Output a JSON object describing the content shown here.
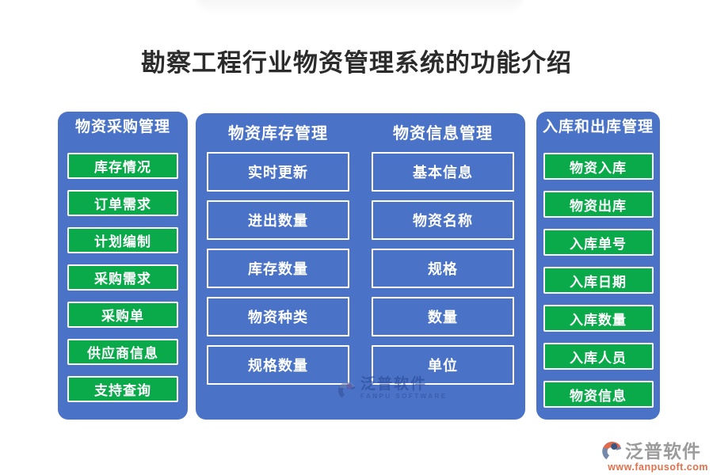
{
  "title": "勘察工程行业物资管理系统的功能介绍",
  "panels": {
    "procurement": {
      "title": "物资采购管理",
      "items": [
        "库存情况",
        "订单需求",
        "计划编制",
        "采购需求",
        "采购单",
        "供应商信息",
        "支持查询"
      ]
    },
    "inventory": {
      "title": "物资库存管理",
      "items": [
        "实时更新",
        "进出数量",
        "库存数量",
        "物资种类",
        "规格数量"
      ]
    },
    "info": {
      "title": "物资信息管理",
      "items": [
        "基本信息",
        "物资名称",
        "规格",
        "数量",
        "单位"
      ]
    },
    "inout": {
      "title": "入库和出库管理",
      "items": [
        "物资入库",
        "物资出库",
        "入库单号",
        "入库日期",
        "入库数量",
        "入库人员",
        "物资信息"
      ]
    }
  },
  "watermark": {
    "name": "泛普软件",
    "subtitle": "FANPU SOFTWARE"
  },
  "footer_logo": {
    "name": "泛普软件",
    "url": "www.fanpusoft.com"
  },
  "icons": {
    "fanpu_logo": "circular-swoosh-badge"
  },
  "colors": {
    "panel_blue": "#4a72c6",
    "button_green": "#0aaa4b",
    "title_dark": "#2b2b2b",
    "logo_gray": "#9b9b9b",
    "logo_orange": "#e0714e",
    "watermark_blue": "rgba(38,70,148,0.55)"
  }
}
